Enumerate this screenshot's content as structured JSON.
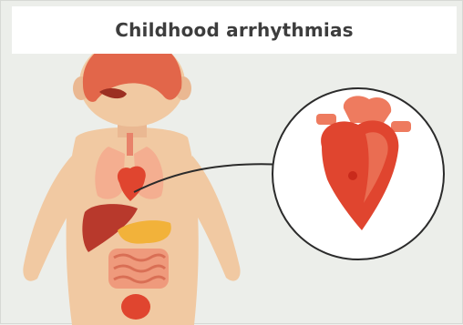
{
  "title": "Childhood arrhythmias",
  "colors": {
    "skin": "#f1c9a2",
    "skin_shade": "#e9b68c",
    "hair": "#e2664a",
    "heart": "#e0452f",
    "heart_light": "#ee7b5f",
    "liver": "#b8392c",
    "stomach": "#f2b23a",
    "intestines": "#ef9a7c",
    "lungs": "#f5a98d",
    "connector": "#2b2b2b"
  },
  "figure": {
    "child": "child-body-illustration",
    "zoom": "heart-zoom-circle"
  }
}
